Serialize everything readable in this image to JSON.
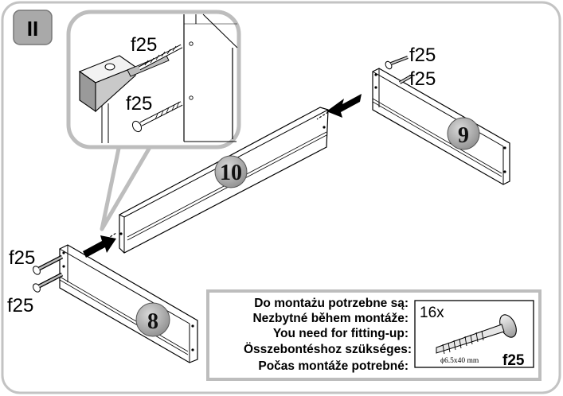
{
  "step": {
    "label": "II"
  },
  "parts": {
    "left": "8",
    "right": "9",
    "middle": "10"
  },
  "fastener_labels": {
    "left_top": "f25",
    "left_bottom": "f25",
    "right_top": "f25",
    "right_bottom": "f25",
    "zoom_top": "f25",
    "zoom_bottom": "f25"
  },
  "notes": {
    "lines": [
      "Do montażu potrzebne są:",
      "Nezbytné během montáže:",
      "You need for fitting-up:",
      "Összebontéshoz szükséges:",
      "Počas montáže potrebné:"
    ],
    "quantity": "16x",
    "dimension": "ϕ6.5x40 mm",
    "code": "f25"
  },
  "icons": [
    "hammer-icon",
    "screw-icon",
    "arrow-icon"
  ],
  "colors": {
    "frame": "#bdbdbd",
    "step_badge": "#a8a8a8",
    "part_badge": "#a5a5a5",
    "line": "#000000"
  }
}
